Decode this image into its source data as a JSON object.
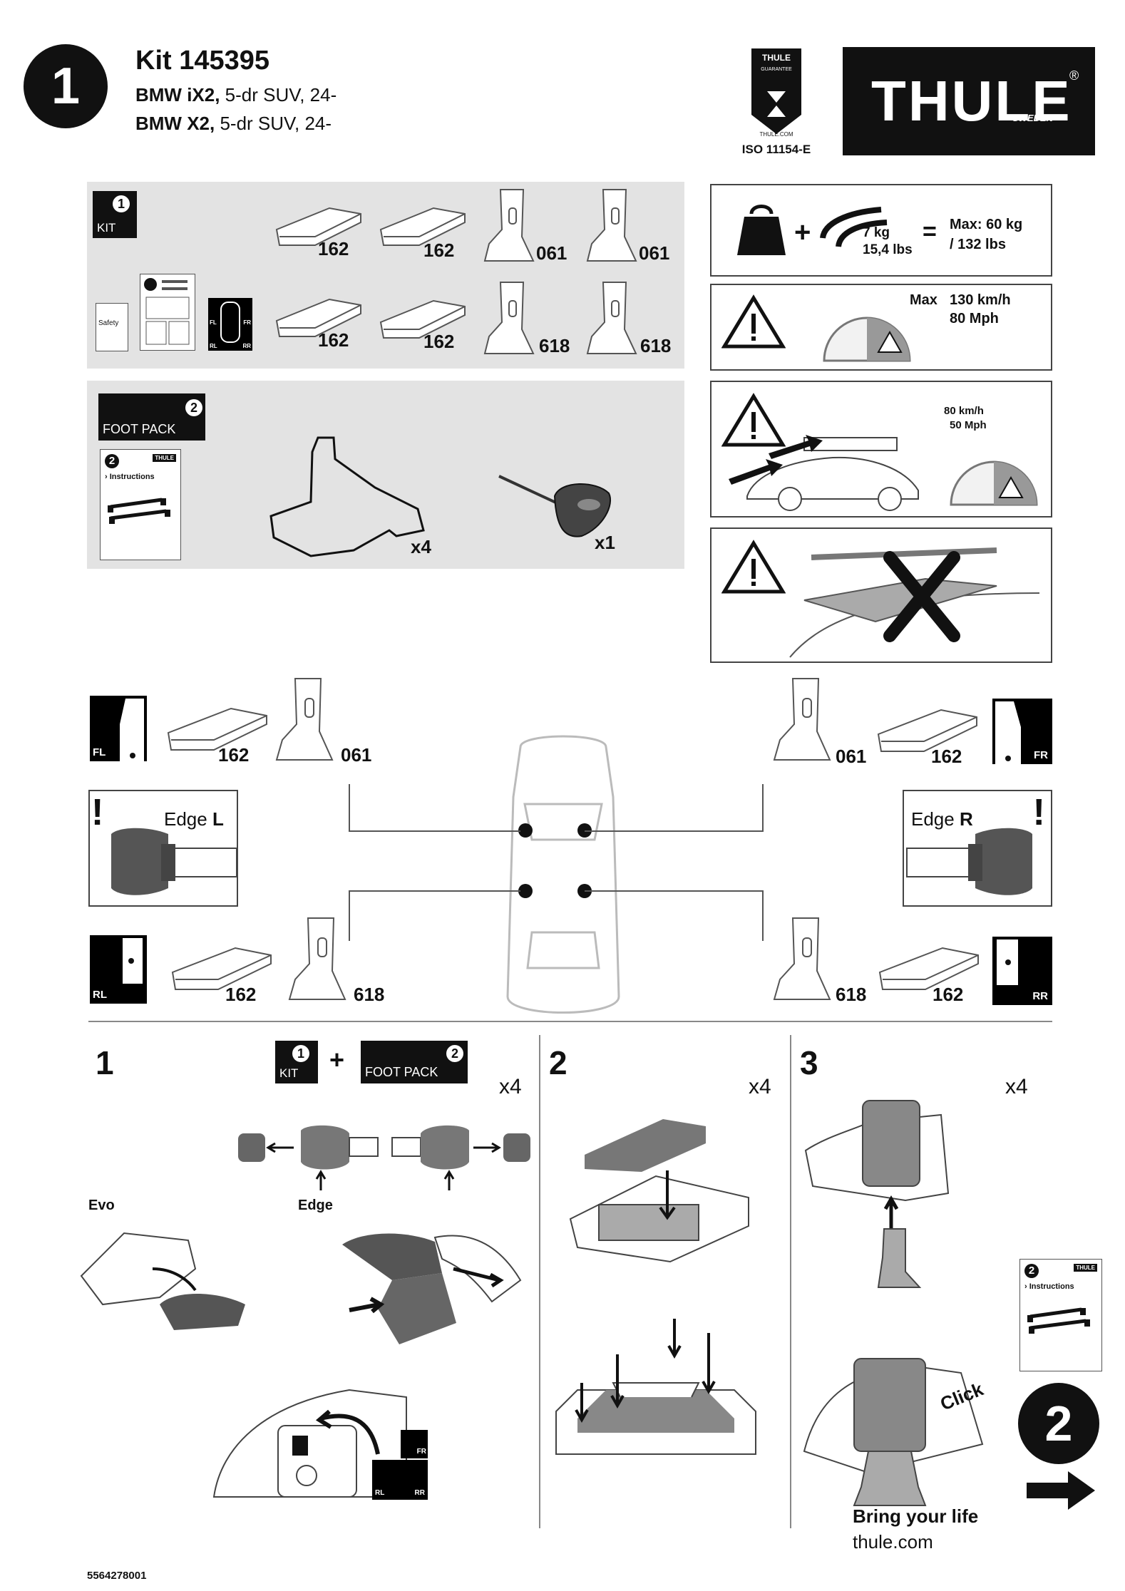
{
  "header": {
    "step_number": "1",
    "kit_title": "Kit 145395",
    "vehicles": [
      {
        "model": "BMW iX2,",
        "desc": " 5-dr SUV, 24-"
      },
      {
        "model": "BMW X2,",
        "desc": " 5-dr SUV, 24-"
      }
    ],
    "guarantee_badge": {
      "top": "THULE",
      "sub": "GUARANTEE",
      "site": "THULE.COM",
      "iso": "ISO 11154-E"
    },
    "brand": {
      "name": "THULE",
      "sub": "SWEDEN",
      "reg": "®"
    }
  },
  "kit_panel": {
    "badge_num": "1",
    "badge_label": "KIT",
    "safety_label": "Safety",
    "fl": "FL",
    "fr": "FR",
    "rl": "RL",
    "rr": "RR",
    "pads": [
      "162",
      "162",
      "162",
      "162"
    ],
    "feet": [
      "061",
      "061",
      "618",
      "618"
    ]
  },
  "footpack_panel": {
    "badge_num": "2",
    "badge_label": "FOOT PACK",
    "instr_num": "2",
    "instr_label": "› Instructions",
    "instr_brand": "THULE",
    "pad_qty": "x4",
    "tool_qty": "x1"
  },
  "warnings": {
    "load": {
      "bar_weight": "7 kg",
      "bar_weight_lbs": "15,4 lbs",
      "equals": "=",
      "max": "Max: 60 kg",
      "max_lbs": "/ 132 lbs"
    },
    "speed": {
      "max_label": "Max",
      "kmh": "130 km/h",
      "mph": "80 Mph"
    },
    "offroad": {
      "kmh": "80 km/h",
      "mph": "50 Mph"
    }
  },
  "positions": {
    "fl": {
      "tag": "FL",
      "pad": "162",
      "foot": "061"
    },
    "fr": {
      "tag": "FR",
      "pad": "162",
      "foot": "061"
    },
    "rl": {
      "tag": "RL",
      "pad": "162",
      "foot": "618"
    },
    "rr": {
      "tag": "RR",
      "pad": "162",
      "foot": "618"
    },
    "edge_left": {
      "prefix": "Edge ",
      "side": "L"
    },
    "edge_right": {
      "prefix": "Edge ",
      "side": "R"
    }
  },
  "steps": {
    "s1": {
      "num": "1",
      "kit_num": "1",
      "kit_label": "KIT",
      "plus": "+",
      "fp_num": "2",
      "fp_label": "FOOT PACK",
      "qty": "x4",
      "evo": "Evo",
      "edge": "Edge",
      "fr": "FR",
      "rl": "RL",
      "rr": "RR"
    },
    "s2": {
      "num": "2",
      "qty": "x4"
    },
    "s3": {
      "num": "3",
      "qty": "x4",
      "click": "Click",
      "instr_num": "2",
      "instr_label": "› Instructions",
      "instr_brand": "THULE"
    }
  },
  "footer": {
    "next_step": "2",
    "slogan": "Bring your life",
    "site": "thule.com",
    "doc_number": "5564278001"
  }
}
